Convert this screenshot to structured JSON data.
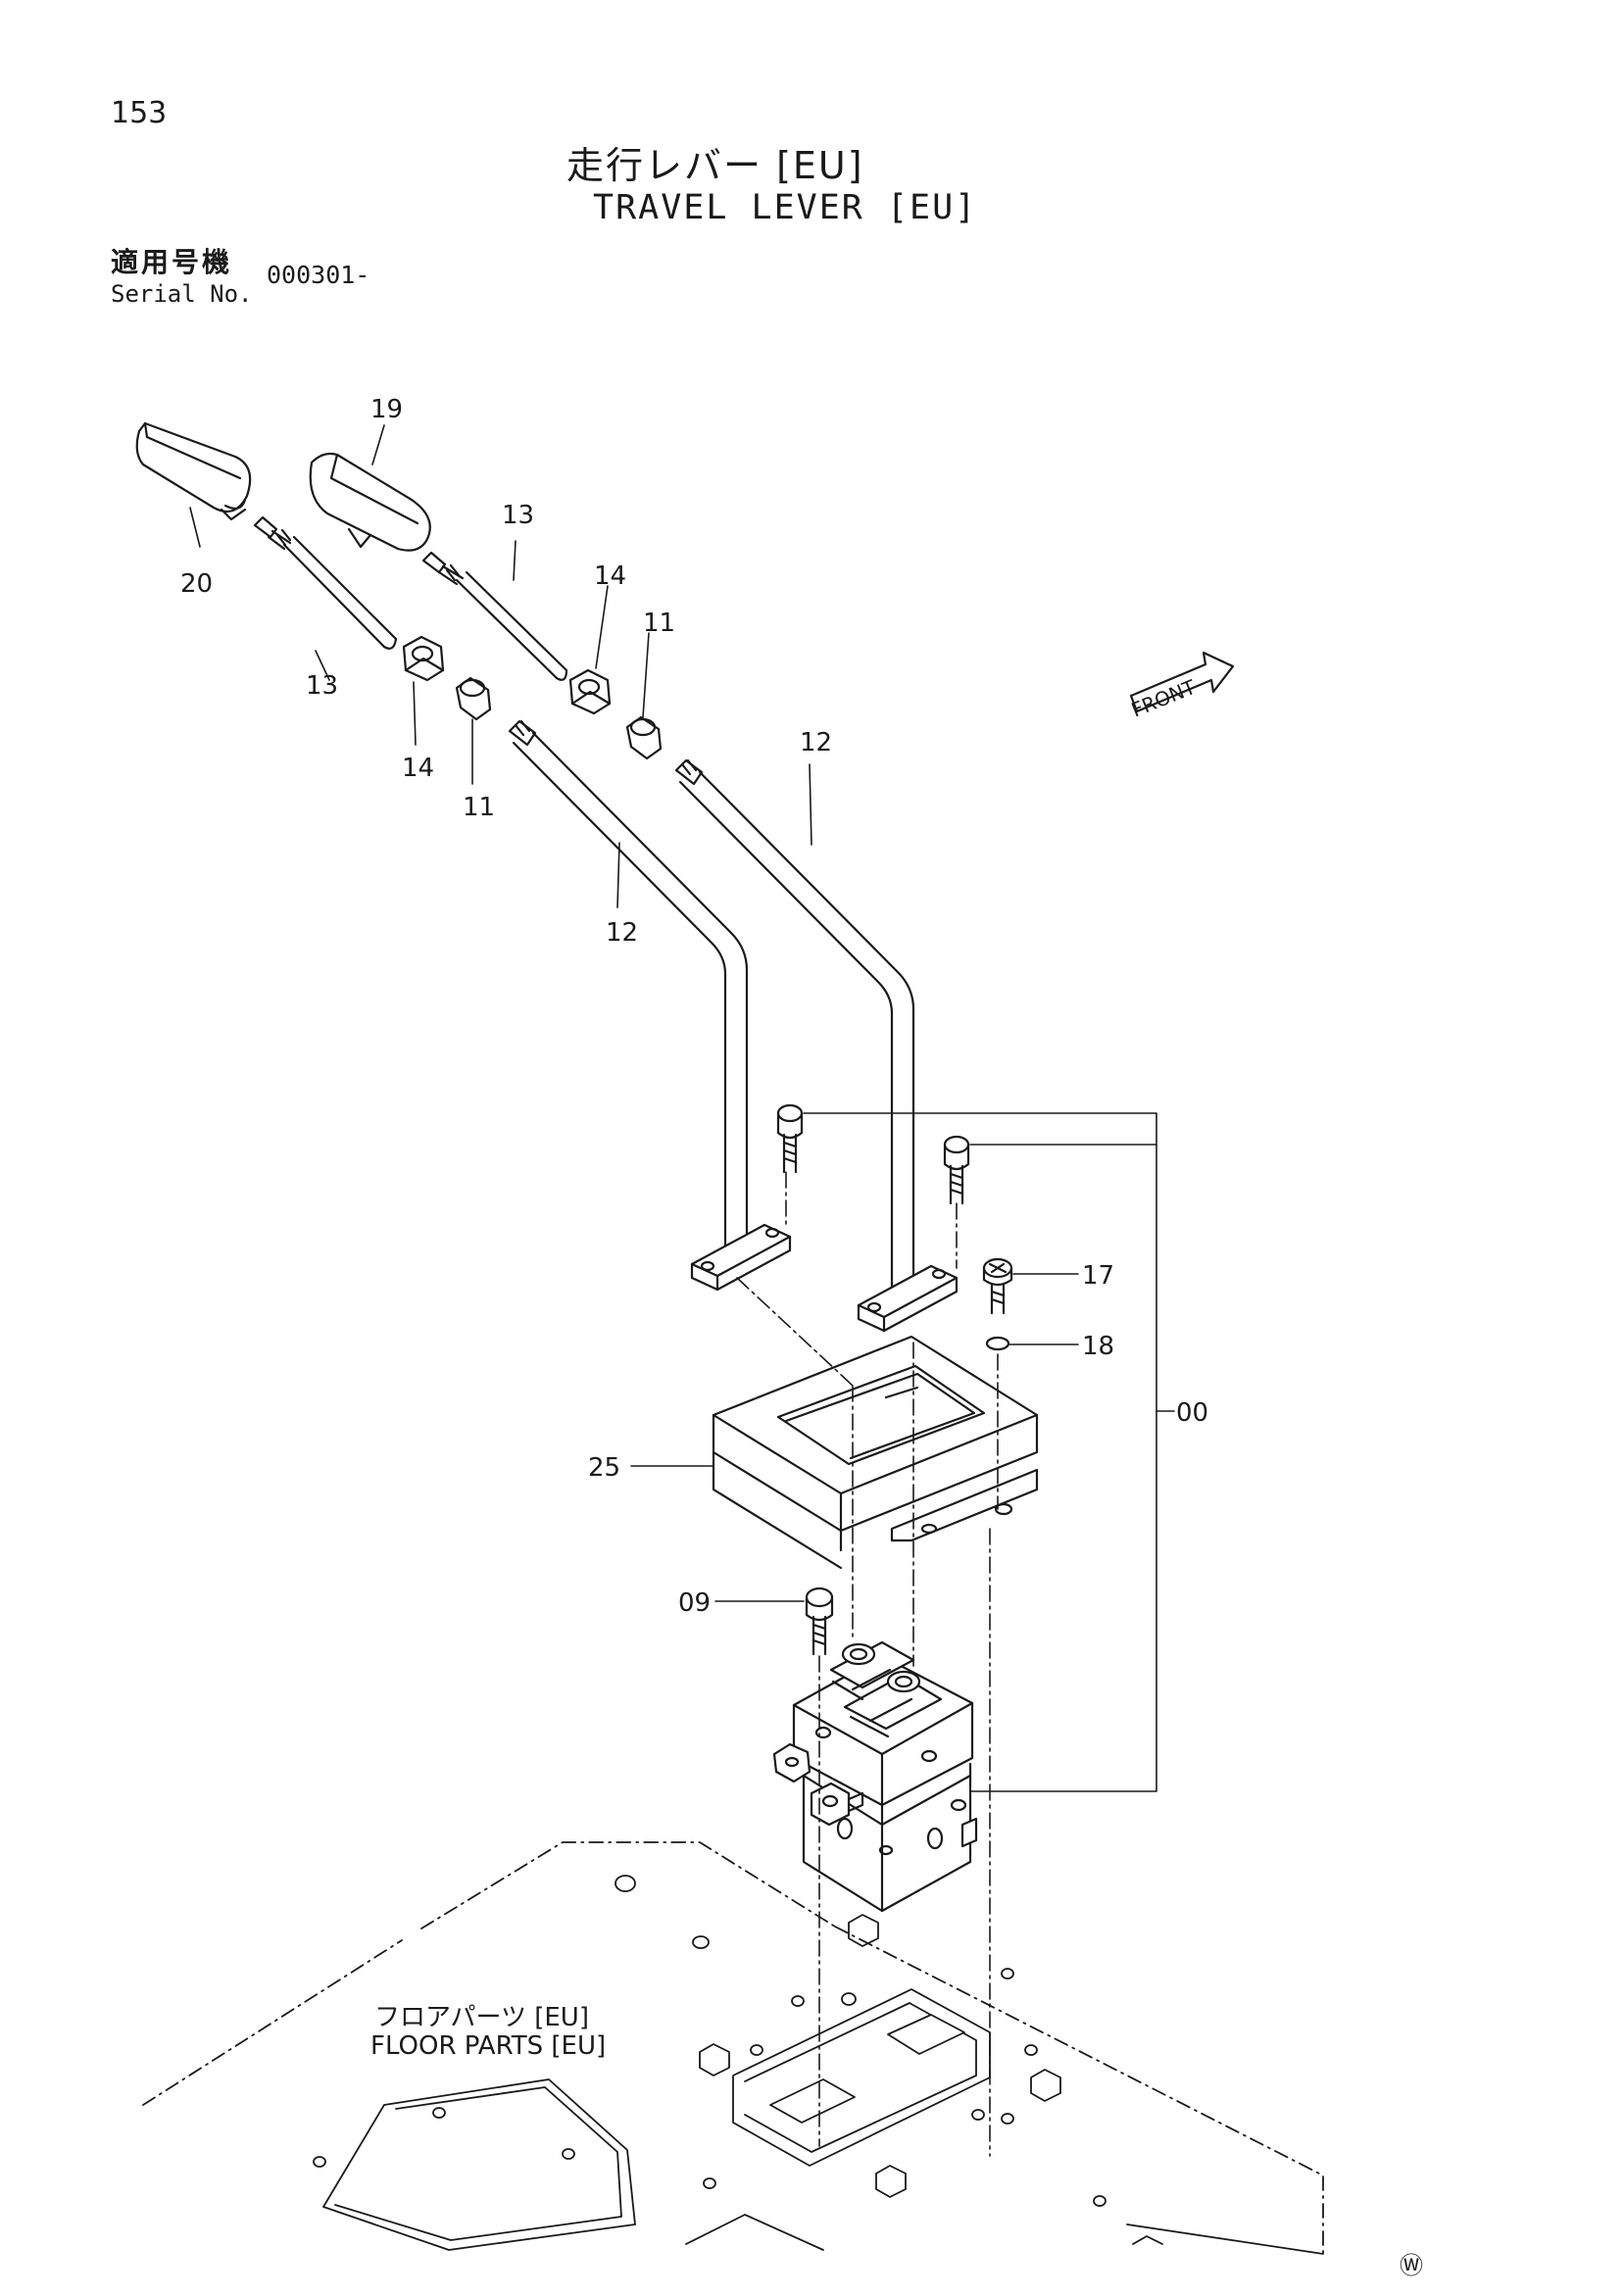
{
  "page": {
    "number": "153"
  },
  "title": {
    "jp": "走行レバー [EU]",
    "en": "TRAVEL LEVER [EU]"
  },
  "serial": {
    "label_jp": "適用号機",
    "label_en": "Serial No.",
    "value": "000301-"
  },
  "floor_parts": {
    "jp": "フロアパーツ [EU]",
    "en": "FLOOR PARTS [EU]"
  },
  "front_label": "FRONT",
  "mark": "Ⓦ",
  "callouts": {
    "c19": "19",
    "c20": "20",
    "c13a": "13",
    "c13b": "13",
    "c14a": "14",
    "c14b": "14",
    "c11a": "11",
    "c11b": "11",
    "c12a": "12",
    "c12b": "12",
    "c17": "17",
    "c18": "18",
    "c00": "00",
    "c25": "25",
    "c09": "09"
  },
  "colors": {
    "line": "#1a1a1a",
    "background": "#ffffff"
  }
}
